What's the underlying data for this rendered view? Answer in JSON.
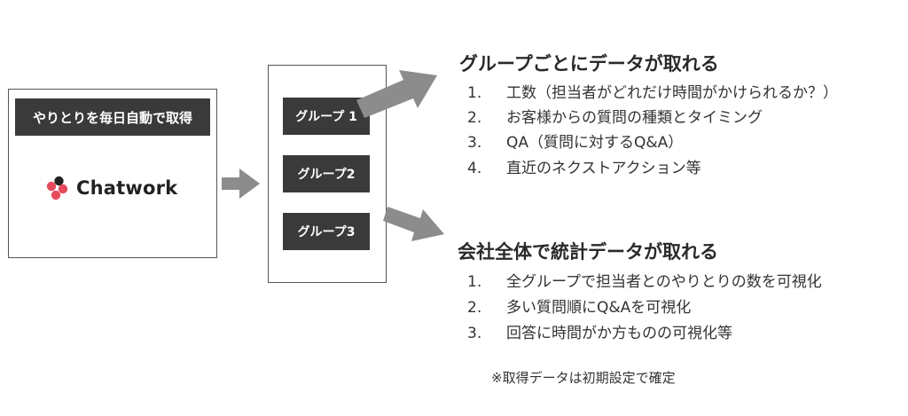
{
  "source": {
    "title": "やりとりを毎日自動で取得",
    "logo_name": "Chatwork",
    "logo_colors": [
      "#222222",
      "#e64a5c",
      "#e64a5c",
      "#e64a5c"
    ]
  },
  "groups": [
    {
      "label": "グループ 1"
    },
    {
      "label": "グループ2"
    },
    {
      "label": "グループ3"
    }
  ],
  "section_1": {
    "heading": "グループごとにデータが取れる",
    "items": [
      {
        "num": "1.",
        "text": "工数（担当者がどれだけ時間がかけられるか？）"
      },
      {
        "num": "2.",
        "text": "お客様からの質問の種類とタイミング"
      },
      {
        "num": "3.",
        "text": "QA（質問に対するQ&A）"
      },
      {
        "num": "4.",
        "text": "直近のネクストアクション等"
      }
    ]
  },
  "section_2": {
    "heading": "会社全体で統計データが取れる",
    "items": [
      {
        "num": "1.",
        "text": "全グループで担当者とのやりとりの数を可視化"
      },
      {
        "num": "2.",
        "text": "多い質問順にQ&Aを可視化"
      },
      {
        "num": "3.",
        "text": "回答に時間がか方ものの可視化等"
      }
    ]
  },
  "footnote": "※取得データは初期設定で確定",
  "colors": {
    "label_bg": "#3a3a3a",
    "arrow": "#8c8c8c",
    "border": "#555555",
    "logo_red": "#e64a5c"
  }
}
